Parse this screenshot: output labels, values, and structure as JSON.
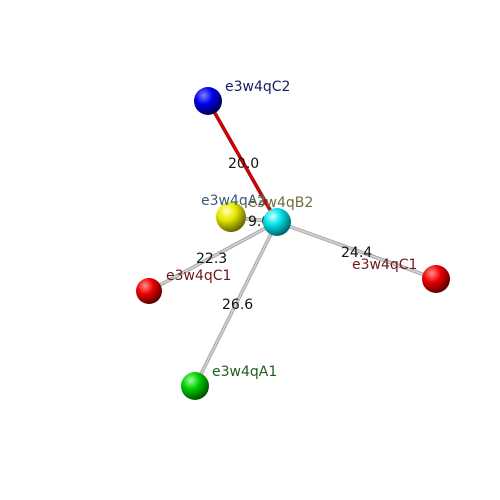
{
  "nodes": [
    {
      "id": "C2",
      "label": "e3w4qC2",
      "color": "#0000ee",
      "label_color": "#1a1a66"
    },
    {
      "id": "B2",
      "label": "e3w4qB2",
      "color": "#00e0e8",
      "label_color": "#6e6e3a"
    },
    {
      "id": "A2",
      "label": "e3w4qA2",
      "color": "#e8e800",
      "label_color": "#3a5a78"
    },
    {
      "id": "C1a",
      "label": "e3w4qC1",
      "color": "#ee0000",
      "label_color": "#6e1a1a"
    },
    {
      "id": "C1b",
      "label": "e3w4qC1",
      "color": "#ee0000",
      "label_color": "#6e1a1a"
    },
    {
      "id": "A1",
      "label": "e3w4qA1",
      "color": "#00cc00",
      "label_color": "#1f5e1f"
    }
  ],
  "edges": [
    {
      "from": "C2",
      "to": "B2",
      "label": "20.0",
      "color": "#dd0000"
    },
    {
      "from": "A2",
      "to": "B2",
      "label": "9.0",
      "color": "#d0d0d0"
    },
    {
      "from": "C1a",
      "to": "B2",
      "label": "22.3",
      "color": "#d0d0d0"
    },
    {
      "from": "C1b",
      "to": "B2",
      "label": "24.4",
      "color": "#d0d0d0"
    },
    {
      "from": "A1",
      "to": "B2",
      "label": "26.6",
      "color": "#d0d0d0"
    }
  ]
}
